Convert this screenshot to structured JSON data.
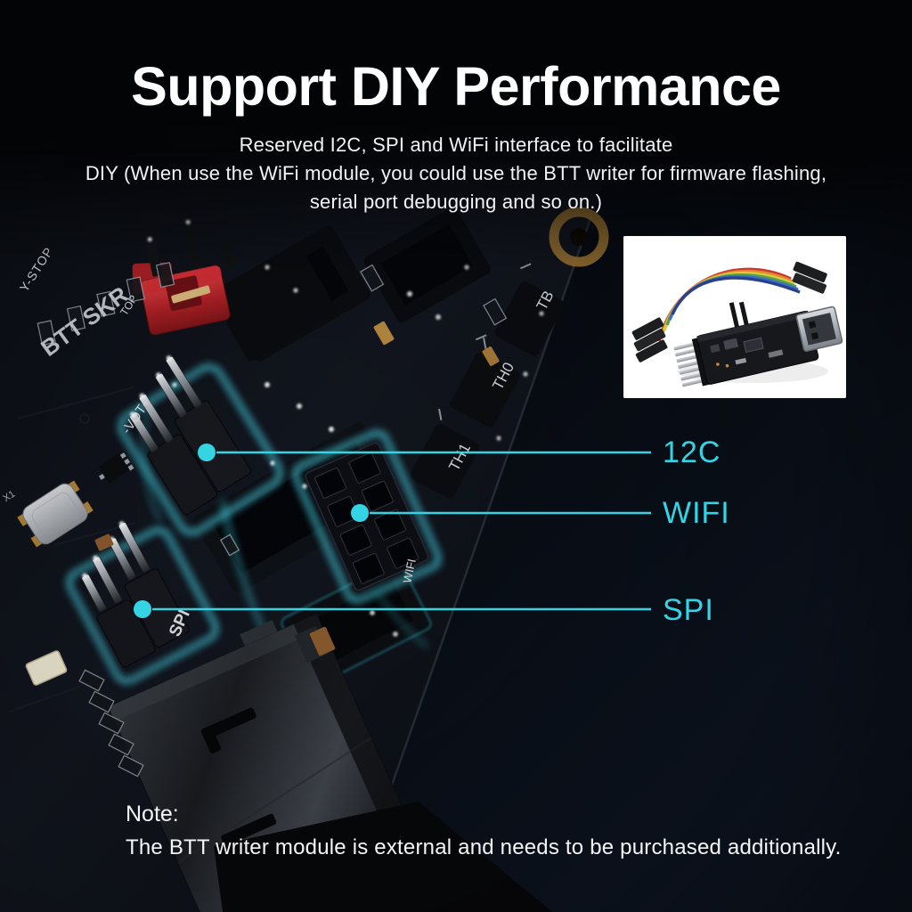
{
  "header": {
    "title": "Support DIY Performance",
    "subtitle_line1": "Reserved I2C, SPI and WiFi interface to facilitate",
    "subtitle_line2": "DIY (When use the WiFi module, you could use the BTT writer for firmware flashing,",
    "subtitle_line3": "serial port debugging and so on.)"
  },
  "callouts": [
    {
      "id": "i2c",
      "label": "12C"
    },
    {
      "id": "wifi",
      "label": "WIFI"
    },
    {
      "id": "spi",
      "label": "SPI"
    }
  ],
  "note": {
    "heading": "Note:",
    "body": "The BTT writer module is external and needs to be purchased additionally."
  },
  "board_silkscreen": {
    "y_stop": "Y-STOP",
    "top": "TOP",
    "btt_skr": "BTT SKR",
    "vot": "-VOT+",
    "tb": "TB",
    "th0": "TH0",
    "th1": "TH1",
    "wifi_port": "WIFI",
    "spi_port": "SPI",
    "x1": "X1"
  },
  "colors": {
    "accent": "#35d4e5",
    "jumper_red": "#cf2e33",
    "background_top": "#04060a",
    "background_bottom": "#101826",
    "title_text": "#ffffff"
  }
}
